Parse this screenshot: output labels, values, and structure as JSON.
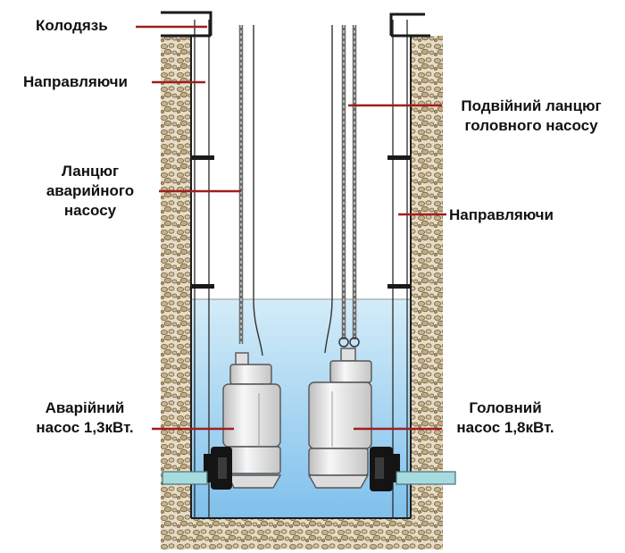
{
  "labels": {
    "well": "Колодязь",
    "guides_left": "Направляючи",
    "emergency_chain": "Ланцюг\nаварийного\nнасосу",
    "emergency_pump": "Аварійний\nнасос 1,3кВт.",
    "main_chain": "Подвійний ланцюг\nголовного насосу",
    "guides_right": "Направляючи",
    "main_pump": "Головний\nнасос 1,8кВт."
  },
  "colors": {
    "water": "#c9e6f5",
    "water_deep": "#8ec9ee",
    "leader_line": "#a01e1e",
    "gravel": "#d7c5a3",
    "pipe": "#a8dde0",
    "pump_body": "#ececec"
  }
}
